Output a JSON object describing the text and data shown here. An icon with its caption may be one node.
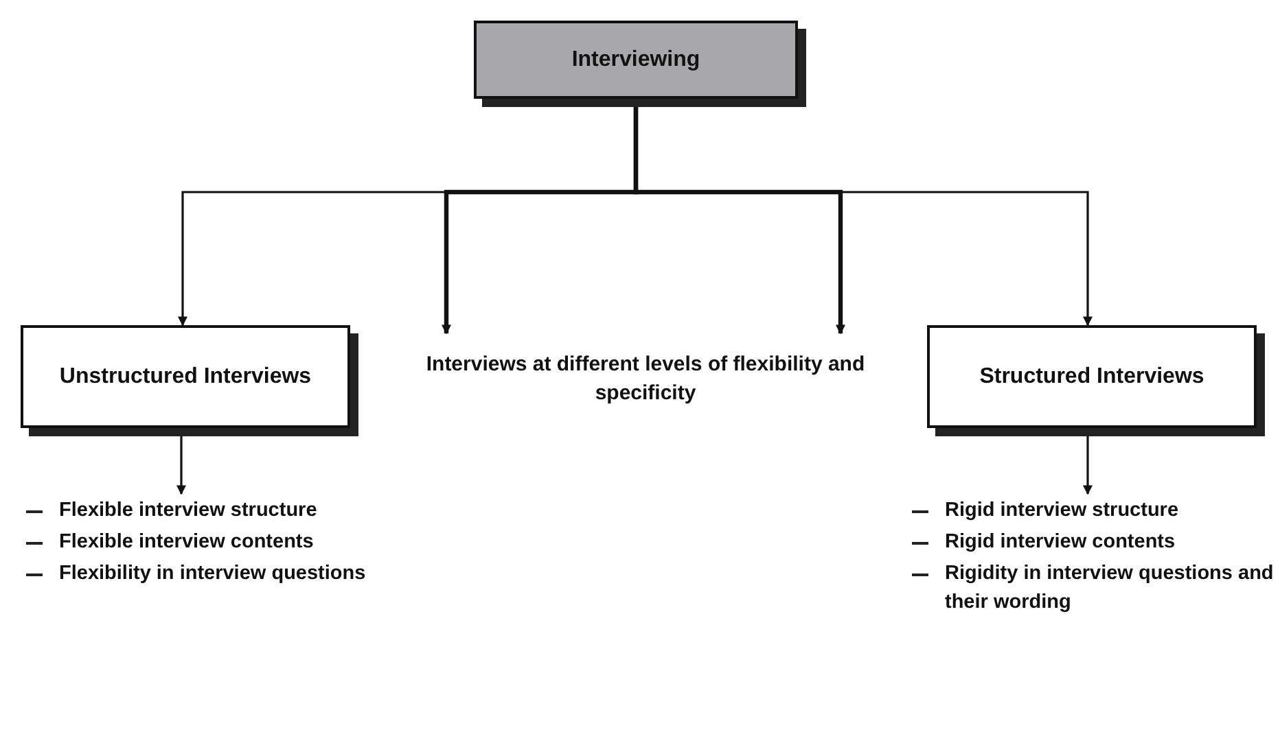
{
  "diagram": {
    "nodes": [
      {
        "text": [
          "Interviewing"
        ]
      },
      {
        "text": [
          "Unstructured Interviews"
        ]
      },
      {
        "text": [
          "Interviews at different levels of flexibility and specificity"
        ]
      },
      {
        "text": [
          "Structured Interviews"
        ]
      },
      {
        "text": [
          "Flexible interview structure",
          "Flexible interview contents",
          "Flexibility in interview questions"
        ]
      },
      {
        "text": [
          "Rigid interview structure",
          "Rigid interview contents",
          "Rigidity in interview questions and their wording"
        ]
      }
    ],
    "edges": [
      {
        "from": 0,
        "to": 1,
        "arrow": "to"
      },
      {
        "from": 0,
        "to": 2,
        "arrow": "to",
        "style": "thick"
      },
      {
        "from": 0,
        "to": 2,
        "arrow": "to",
        "style": "thick"
      },
      {
        "from": 0,
        "to": 3,
        "arrow": "to"
      },
      {
        "from": 1,
        "to": 4,
        "arrow": "to"
      },
      {
        "from": 3,
        "to": 5,
        "arrow": "to"
      }
    ]
  }
}
